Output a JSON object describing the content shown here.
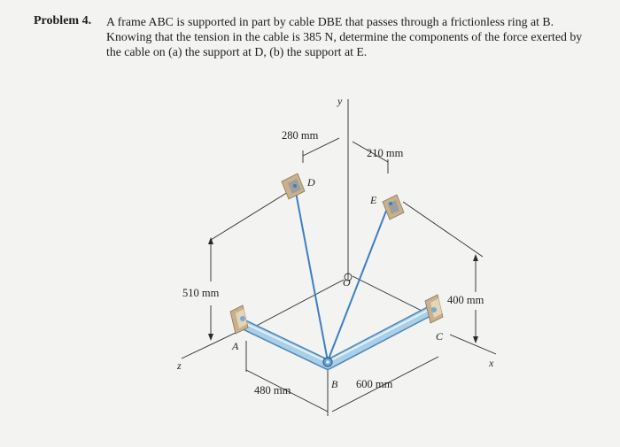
{
  "problem": {
    "label": "Problem 4.",
    "lines": [
      "A frame ABC is supported in part by cable DBE that passes through a frictionless ring at B.",
      "Knowing that the tension in the cable is 385 N, determine the components of the force exerted by",
      "the cable on (a) the support at D, (b) the support at E."
    ]
  },
  "figure": {
    "axes": {
      "x": "x",
      "y": "y",
      "z": "z",
      "origin": "O"
    },
    "points": {
      "A": "A",
      "B": "B",
      "C": "C",
      "D": "D",
      "E": "E"
    },
    "dimensions": {
      "d280": "280 mm",
      "d210": "210 mm",
      "d510": "510 mm",
      "d400": "400 mm",
      "d480": "480 mm",
      "d600": "600 mm"
    },
    "colors": {
      "background": "#f3f3f1",
      "frame": "#9cc6e4",
      "frame_edge": "#4f86b3",
      "cable": "#3b7fc4",
      "support": "#d7c19f",
      "line": "#2a2a2a"
    }
  }
}
